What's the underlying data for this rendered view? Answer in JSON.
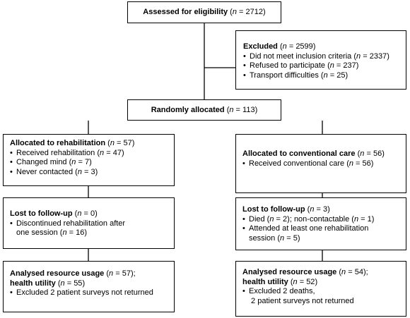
{
  "nodes": {
    "assessed": {
      "header": "Assessed for eligibility",
      "n": "2712",
      "items": []
    },
    "excluded": {
      "header": "Excluded",
      "n": "2599",
      "items": [
        {
          "text": "Did not meet inclusion criteria",
          "n": "2337"
        },
        {
          "text": "Refused to participate",
          "n": "237"
        },
        {
          "text": "Transport difficulties",
          "n": "25"
        }
      ]
    },
    "randomised": {
      "header": "Randomly allocated",
      "n": "113",
      "items": []
    },
    "rehab_alloc": {
      "header": "Allocated to rehabilitation",
      "n": "57",
      "items": [
        {
          "text": "Received rehabilitation",
          "n": "47"
        },
        {
          "text": "Changed mind",
          "n": "7"
        },
        {
          "text": "Never contacted",
          "n": "3"
        }
      ]
    },
    "conv_alloc": {
      "header": "Allocated to conventional care",
      "n": "56",
      "items": [
        {
          "text": "Received conventional care",
          "n": "56"
        }
      ]
    },
    "rehab_lost": {
      "header": "Lost to follow-up",
      "n": "0",
      "items": [
        {
          "text": "Discontinued rehabilitation after\none session",
          "n": "16"
        }
      ]
    },
    "conv_lost": {
      "header": "Lost to follow-up",
      "n": "3",
      "items": [
        {
          "text": "Died",
          "n": "2",
          "text2": "non-contactable",
          "n2": "1"
        },
        {
          "text": "Attended at least one rehabilitation\nsession",
          "n": "5"
        }
      ]
    },
    "rehab_anal": {
      "header": "Analysed resource usage",
      "n": "57",
      "header2": "health utility",
      "n2": "55",
      "items": [
        {
          "text": "Excluded 2 patient surveys not returned"
        }
      ]
    },
    "conv_anal": {
      "header": "Analysed resource usage",
      "n": "54",
      "header2": "health utility",
      "n2": "52",
      "items": [
        {
          "text": "Excluded 2 deaths,\n 2 patient surveys not returned"
        }
      ]
    }
  }
}
